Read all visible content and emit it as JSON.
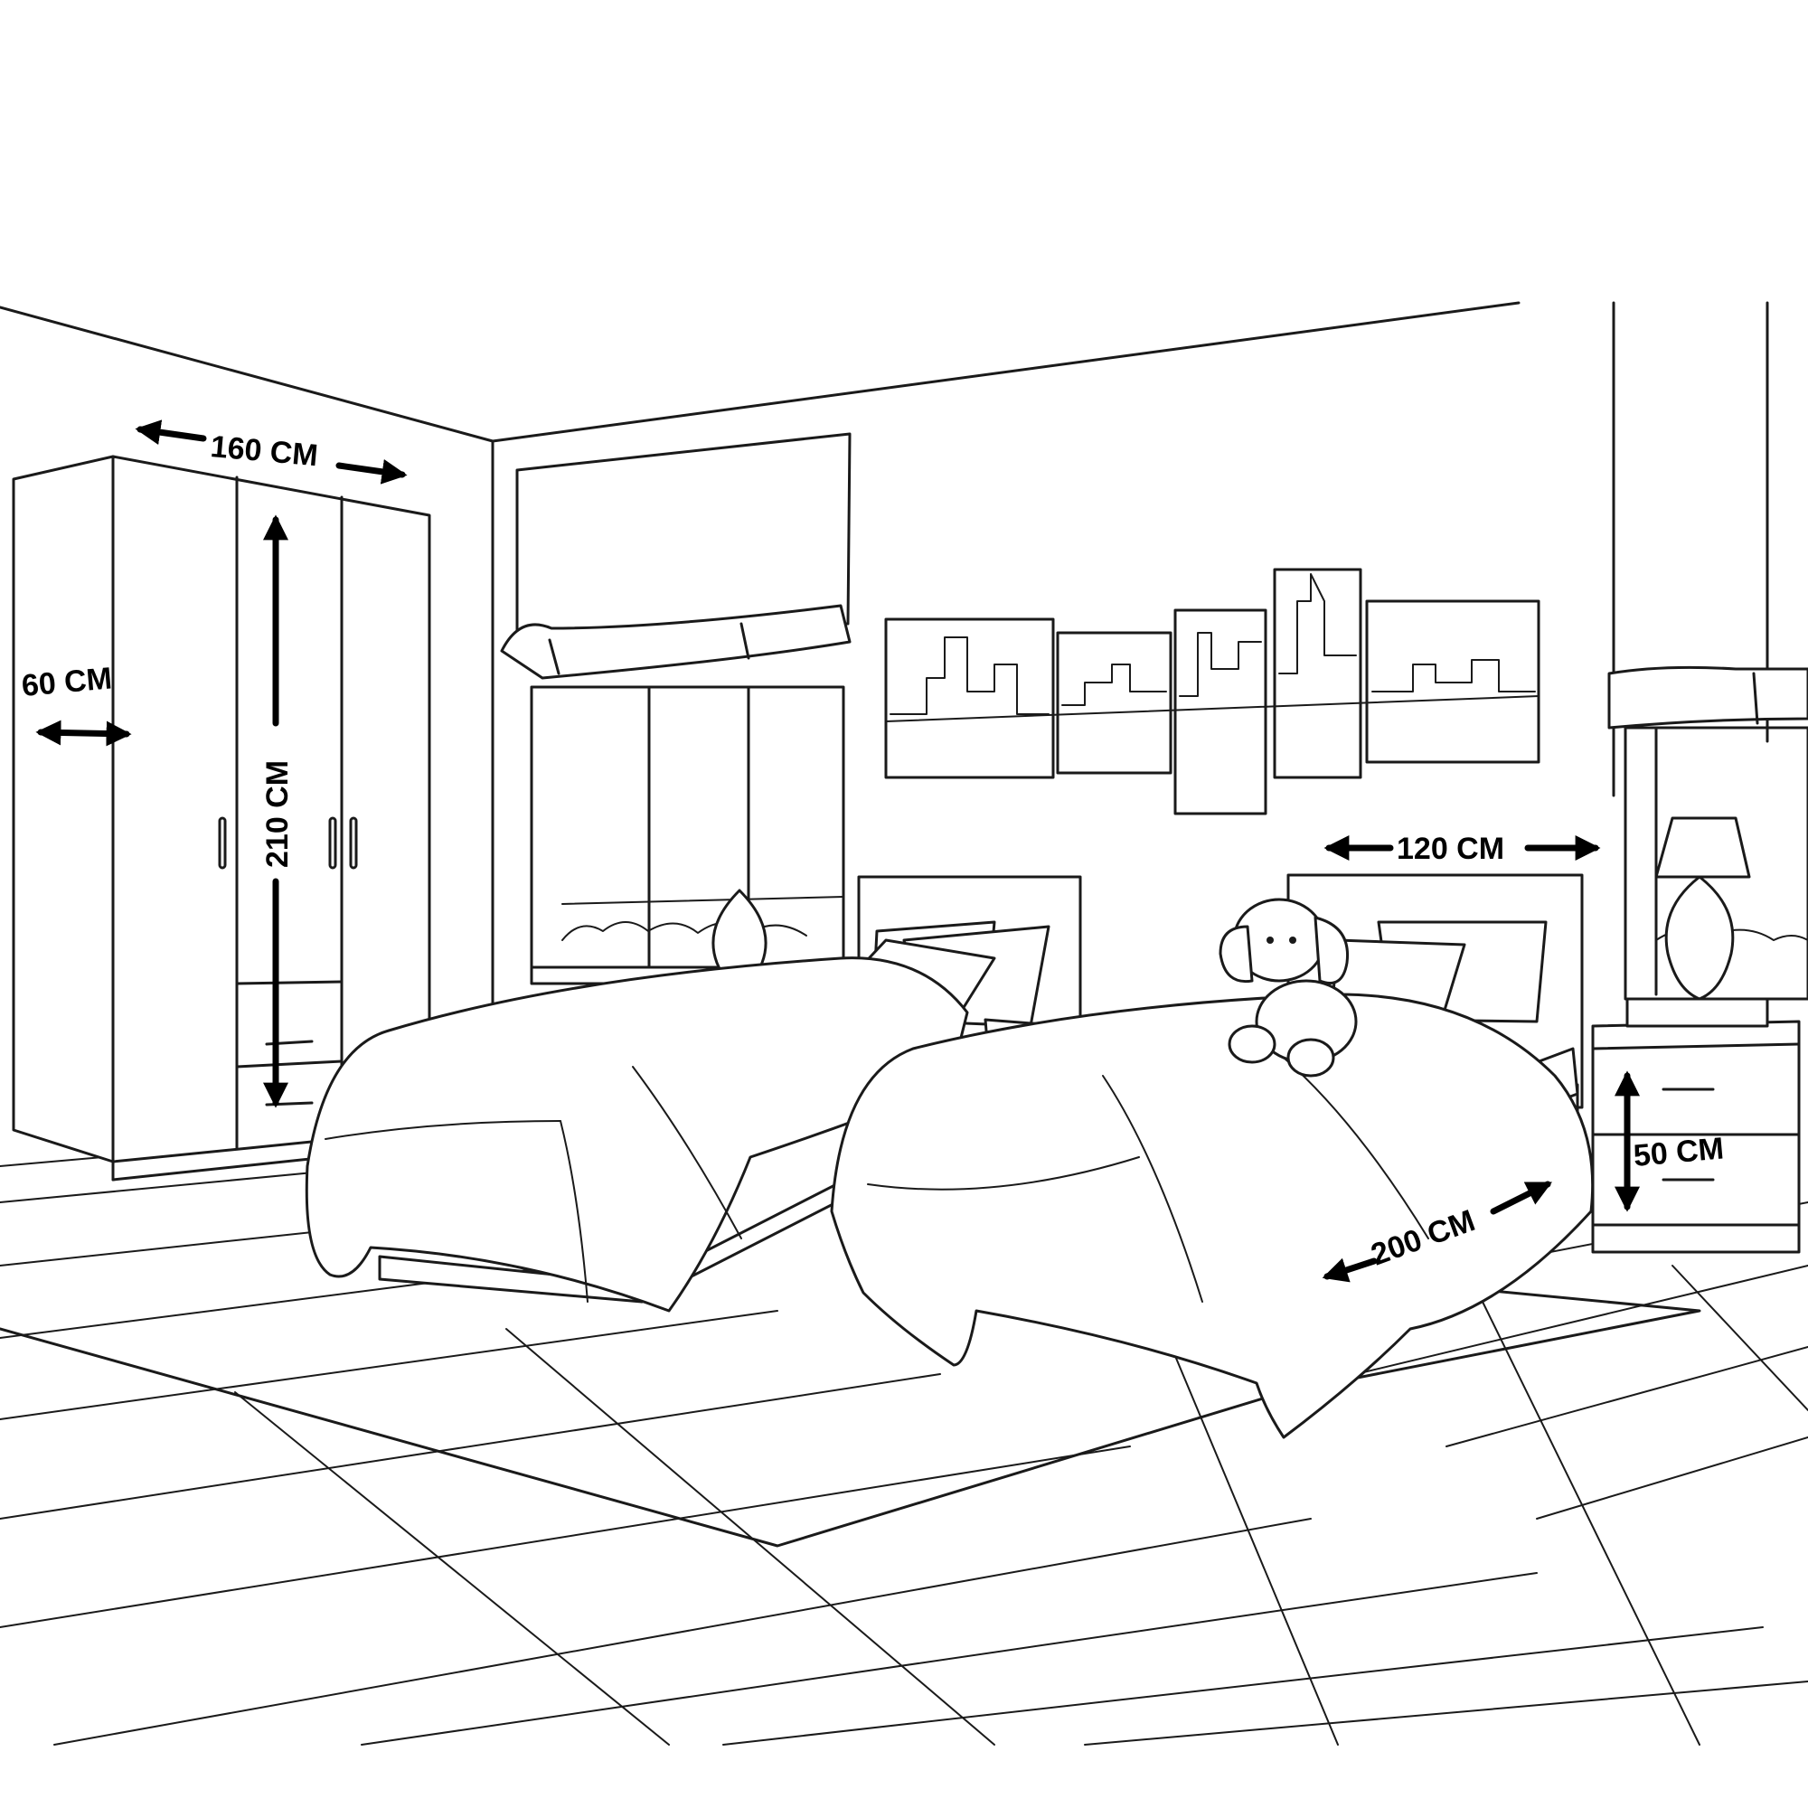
{
  "room": {
    "objects": [
      "wardrobe",
      "single-bed",
      "single-bed",
      "nightstand",
      "table-lamp",
      "table-lamp",
      "roman-blind",
      "roman-blind",
      "wall-art-panels",
      "plush-toy",
      "rug",
      "window"
    ]
  },
  "dimensions": {
    "wardrobe_width": "160 CM",
    "wardrobe_depth": "60 CM",
    "wardrobe_height": "210 CM",
    "bed_width": "120 CM",
    "bed_length": "200 CM",
    "nightstand_height": "50 CM"
  },
  "colors": {
    "line": "#1a1a1a",
    "background": "#ffffff",
    "dimension": "#000000"
  }
}
